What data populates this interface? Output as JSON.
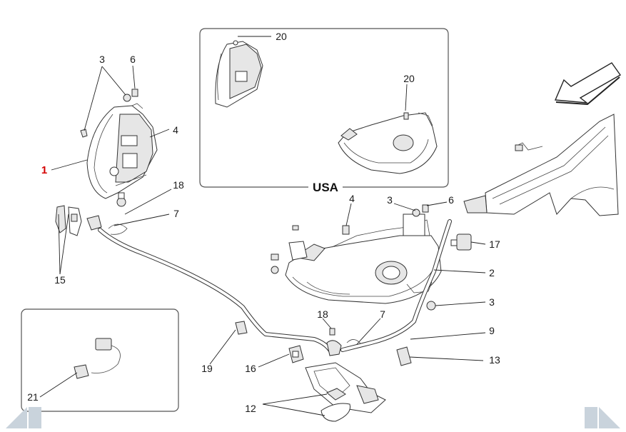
{
  "inset_label": "USA",
  "callouts": {
    "c1": "1",
    "c2": "2",
    "c3_top": "3",
    "c3_usa": "3",
    "c3_right": "3",
    "c4_top": "4",
    "c4_mid": "4",
    "c6_top": "6",
    "c6_mid": "6",
    "c7_left": "7",
    "c7_mid": "7",
    "c9": "9",
    "c12": "12",
    "c13": "13",
    "c15": "15",
    "c16": "16",
    "c17": "17",
    "c18_left": "18",
    "c18_mid": "18",
    "c19": "19",
    "c20_a": "20",
    "c20_b": "20",
    "c21": "21"
  },
  "colors": {
    "highlight_callout": "#d40000",
    "line": "#333333",
    "nav_arrow": "#c9d3dc"
  },
  "icons": {
    "prev": "chevron-left-icon",
    "next": "chevron-right-icon",
    "direction": "direction-arrow-icon"
  }
}
